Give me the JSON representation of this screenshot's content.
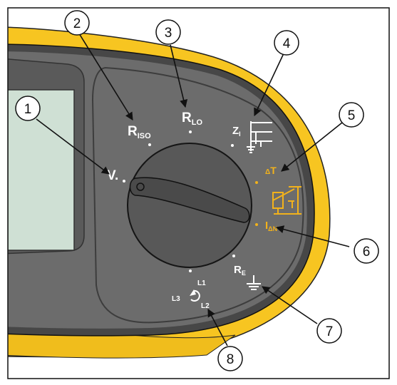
{
  "dial_labels": {
    "voltage": "V",
    "r_iso_main": "R",
    "r_iso_sub": "ISO",
    "r_lo_main": "R",
    "r_lo_sub": "LO",
    "z_main": "Z",
    "z_sub": "I",
    "delta_t_prefix": "Δ",
    "delta_t": "T",
    "i_delta_n_main": "I",
    "i_delta_n_sub": "ΔN",
    "r_e_main": "R",
    "r_e_sub": "E",
    "phase_l1": "L1",
    "phase_l2": "L2",
    "phase_l3": "L3"
  },
  "callouts": [
    "1",
    "2",
    "3",
    "4",
    "5",
    "6",
    "7",
    "8"
  ],
  "icons": {
    "loop_impedance": "line-to-earth-icon",
    "rcd": "rcd-trip-icon",
    "earth": "earth-ground-icon",
    "phase_rotation": "phase-rotation-icon"
  },
  "colors": {
    "housing_yellow": "#f7c521",
    "panel_gray": "#6c6c6c",
    "knob_gray": "#585858",
    "label_white": "#ffffff",
    "label_yellow": "#f2b21b",
    "display_green": "#cfe0d4"
  }
}
